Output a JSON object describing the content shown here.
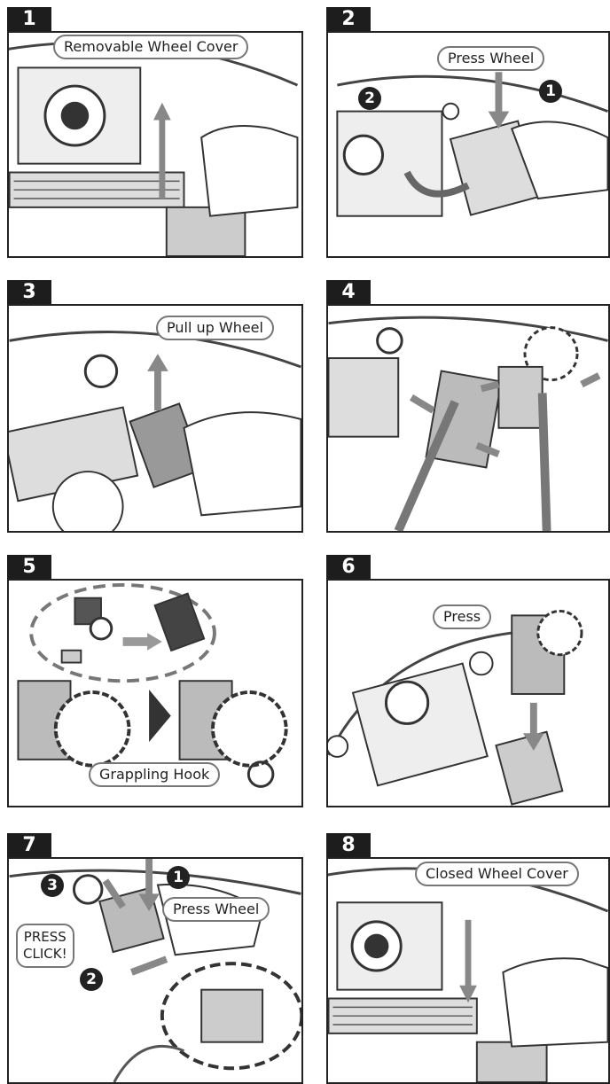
{
  "steps": [
    {
      "number": "1",
      "label": "Removable Wheel Cover"
    },
    {
      "number": "2",
      "label": "Press Wheel",
      "badges": [
        "2",
        "1"
      ]
    },
    {
      "number": "3",
      "label": "Pull up Wheel"
    },
    {
      "number": "4"
    },
    {
      "number": "5",
      "label": "Grappling Hook"
    },
    {
      "number": "6",
      "label": "Press"
    },
    {
      "number": "7",
      "label": "Press Wheel",
      "badges": [
        "3",
        "1",
        "2"
      ],
      "callout_line1": "PRESS",
      "callout_line2": "CLICK!"
    },
    {
      "number": "8",
      "label": "Closed Wheel Cover"
    }
  ]
}
